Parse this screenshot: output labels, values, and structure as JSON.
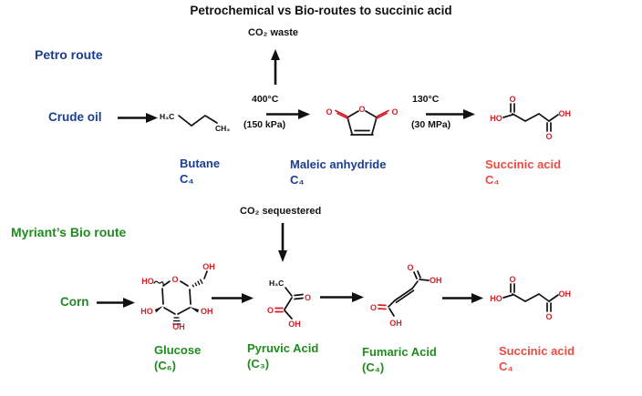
{
  "title": "Petrochemical vs Bio-routes to succinic acid",
  "colors": {
    "petro_blue": "#1a3e94",
    "bio_green": "#1f8b1f",
    "succinic_label_red": "#ea4c41",
    "structure_red": "#d32027",
    "ink": "#111111",
    "background": "#ffffff"
  },
  "atoms": {
    "o": "O",
    "ho": "HO",
    "oh": "OH",
    "h3c": "H₃C",
    "ch3": "CH₃"
  },
  "petro": {
    "route_label": "Petro route",
    "feedstock_label": "Crude oil",
    "byproduct_label": "CO₂ waste",
    "conditions": [
      {
        "temp": "400°C",
        "pressure": "(150 kPa)"
      },
      {
        "temp": "130°C",
        "pressure": "(30 MPa)"
      }
    ],
    "compounds": [
      {
        "name": "Butane",
        "formula": "C₄"
      },
      {
        "name": "Maleic anhydride",
        "formula": "C₄"
      },
      {
        "name": "Succinic acid",
        "formula": "C₄"
      }
    ]
  },
  "bio": {
    "route_label": "Myriant’s Bio route",
    "feedstock_label": "Corn",
    "byproduct_label": "CO₂ sequestered",
    "compounds": [
      {
        "name": "Glucose",
        "formula": "(C₆)"
      },
      {
        "name": "Pyruvic Acid",
        "formula": "(C₃)"
      },
      {
        "name": "Fumaric Acid",
        "formula": "(C₄)"
      },
      {
        "name": "Succinic acid",
        "formula": "C₄"
      }
    ]
  }
}
